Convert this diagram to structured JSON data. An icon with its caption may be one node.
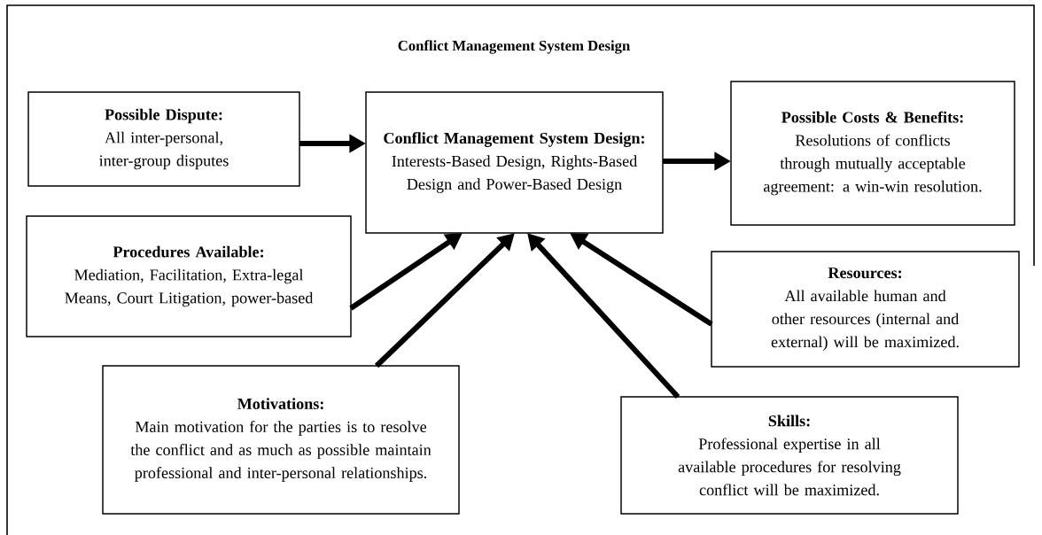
{
  "diagram": {
    "title": "Conflict Management System Design",
    "nodes": [
      {
        "text": [
          "Possible Dispute:",
          "All inter-personal, inter-group disputes"
        ]
      },
      {
        "text": [
          "Conflict Management System Design:",
          "Interests-Based Design, Rights-Based Design and Power-Based Design"
        ]
      },
      {
        "text": [
          "Possible Costs & Benefits:",
          "Resolutions of conflicts through mutually acceptable agreement: a win-win resolution."
        ]
      },
      {
        "text": [
          "Procedures Available:",
          "Mediation, Facilitation, Extra-legal Means, Court Litigation, power-based"
        ]
      },
      {
        "text": [
          "Resources:",
          "All available human and other resources (internal and external) will be maximized."
        ]
      },
      {
        "text": [
          "Motivations:",
          "Main motivation for the parties is to resolve the conflict and as much as possible maintain professional and inter-personal relationships."
        ]
      },
      {
        "text": [
          "Skills:",
          "Professional expertise in all available procedures for resolving conflict will be maximized."
        ]
      }
    ],
    "edges": [
      {
        "from": 0,
        "to": 1,
        "arrow": "to"
      },
      {
        "from": 1,
        "to": 2,
        "arrow": "to"
      },
      {
        "from": 3,
        "to": 1,
        "arrow": "to"
      },
      {
        "from": 5,
        "to": 1,
        "arrow": "to"
      },
      {
        "from": 6,
        "to": 1,
        "arrow": "to"
      },
      {
        "from": 4,
        "to": 1,
        "arrow": "to"
      }
    ]
  }
}
